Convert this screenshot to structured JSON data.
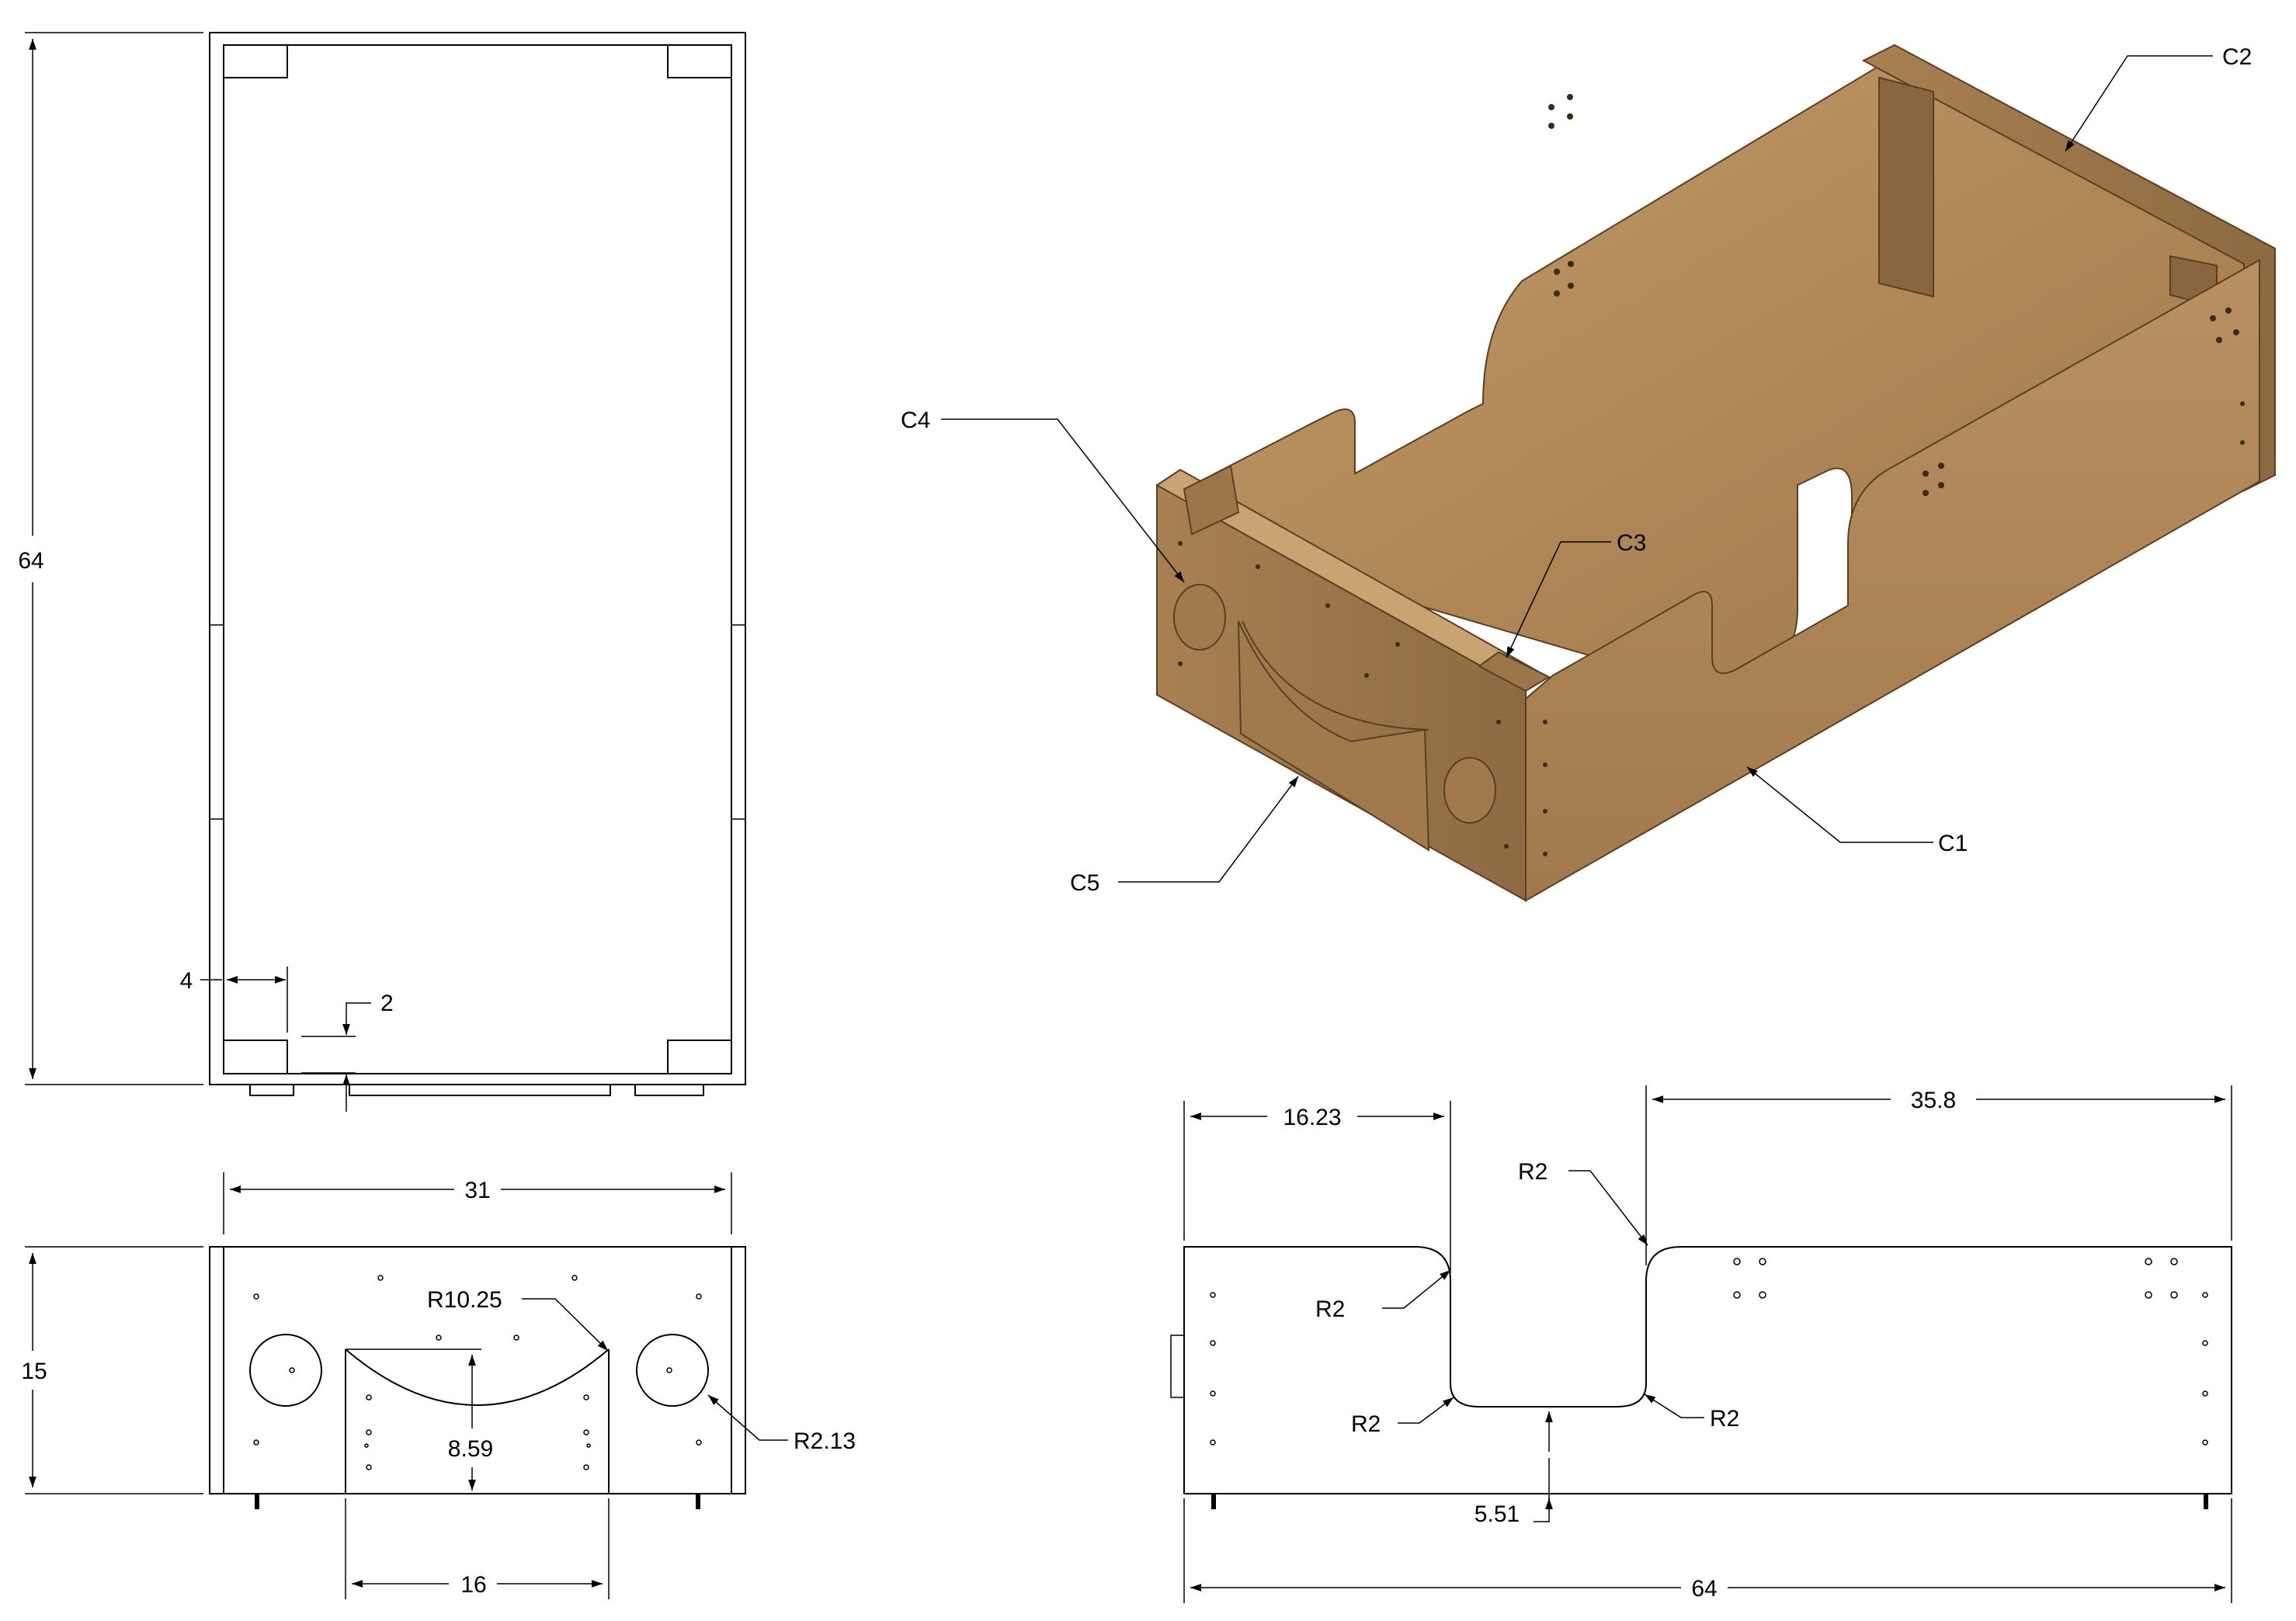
{
  "drawing": {
    "top_view": {
      "height_dim": "64",
      "leg_offset_dim": "4",
      "gap_dim": "2"
    },
    "front_view": {
      "width_dim": "31",
      "height_dim": "15",
      "arc_radius": "R10.25",
      "arc_depth": "8.59",
      "hole_radius": "R2.13",
      "cutout_width": "16"
    },
    "side_view": {
      "left_offset": "16.23",
      "right_offset": "35.8",
      "fillet_radius": "R2",
      "notch_depth": "5.51",
      "overall_length": "64"
    },
    "iso_view": {
      "callouts": [
        "C1",
        "C2",
        "C3",
        "C4",
        "C5"
      ]
    },
    "colors": {
      "line": "#000000",
      "wood_light": "#b58d5e",
      "wood_mid": "#9a7448",
      "wood_dark": "#6f5233"
    }
  }
}
